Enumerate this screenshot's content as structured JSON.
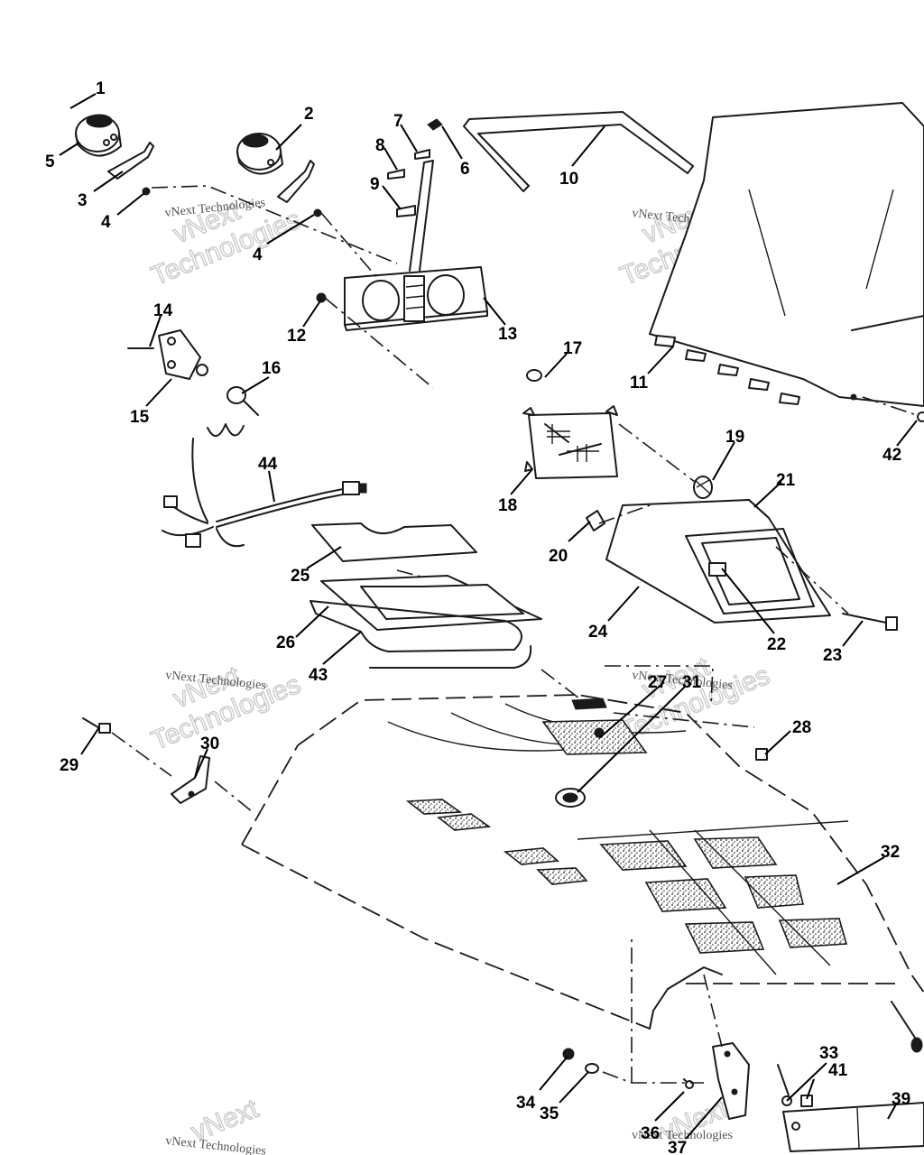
{
  "callouts": [
    {
      "id": "1",
      "text": "1"
    },
    {
      "id": "2",
      "text": "2"
    },
    {
      "id": "3",
      "text": "3"
    },
    {
      "id": "4a",
      "text": "4"
    },
    {
      "id": "4b",
      "text": "4"
    },
    {
      "id": "5",
      "text": "5"
    },
    {
      "id": "6",
      "text": "6"
    },
    {
      "id": "7",
      "text": "7"
    },
    {
      "id": "8",
      "text": "8"
    },
    {
      "id": "9",
      "text": "9"
    },
    {
      "id": "10",
      "text": "10"
    },
    {
      "id": "11",
      "text": "11"
    },
    {
      "id": "12",
      "text": "12"
    },
    {
      "id": "13",
      "text": "13"
    },
    {
      "id": "14",
      "text": "14"
    },
    {
      "id": "15",
      "text": "15"
    },
    {
      "id": "16",
      "text": "16"
    },
    {
      "id": "17",
      "text": "17"
    },
    {
      "id": "18",
      "text": "18"
    },
    {
      "id": "19",
      "text": "19"
    },
    {
      "id": "20",
      "text": "20"
    },
    {
      "id": "21",
      "text": "21"
    },
    {
      "id": "22",
      "text": "22"
    },
    {
      "id": "23",
      "text": "23"
    },
    {
      "id": "24",
      "text": "24"
    },
    {
      "id": "25",
      "text": "25"
    },
    {
      "id": "26",
      "text": "26"
    },
    {
      "id": "27",
      "text": "27"
    },
    {
      "id": "28",
      "text": "28"
    },
    {
      "id": "29",
      "text": "29"
    },
    {
      "id": "30",
      "text": "30"
    },
    {
      "id": "31",
      "text": "31"
    },
    {
      "id": "32",
      "text": "32"
    },
    {
      "id": "33",
      "text": "33"
    },
    {
      "id": "34",
      "text": "34"
    },
    {
      "id": "35",
      "text": "35"
    },
    {
      "id": "36",
      "text": "36"
    },
    {
      "id": "37",
      "text": "37"
    },
    {
      "id": "39",
      "text": "39"
    },
    {
      "id": "41",
      "text": "41"
    },
    {
      "id": "42",
      "text": "42"
    },
    {
      "id": "43",
      "text": "43"
    },
    {
      "id": "44",
      "text": "44"
    }
  ],
  "watermark": {
    "line1": "vNext Technologies",
    "line2a": "vNext",
    "line2b": "Technologies"
  }
}
